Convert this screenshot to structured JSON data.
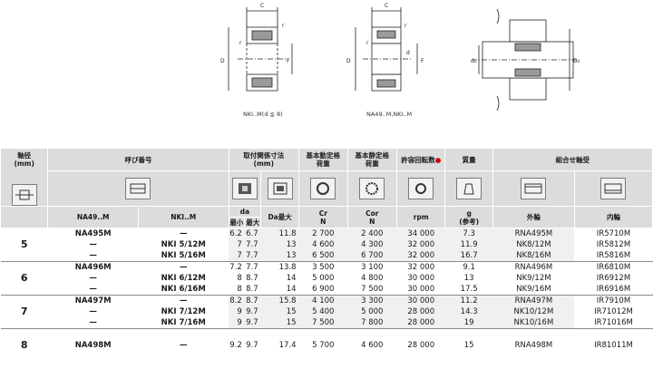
{
  "drawings": {
    "caption_left": "NKI..M(d ≦ 8)",
    "caption_middle": "NA49..M,NKI..M",
    "labels": {
      "c": "C",
      "r": "r",
      "D": "D",
      "d": "d",
      "F": "F",
      "da": "dₐ",
      "Da": "Dₐ"
    }
  },
  "header": {
    "shaft_dia": "軸径\n(mm)",
    "designation": "呼び番号",
    "mounting_dims": "取付関係寸法\n(mm)",
    "basic_dyn": "基本動定格\n荷重",
    "basic_static": "基本静定格\n荷重",
    "speed": "許容回転数",
    "mass": "質量",
    "combo": "組合せ軸受",
    "na49m": "NA49..M",
    "nkim": "NKI..M",
    "da": "da",
    "da_min": "最小",
    "da_max": "最大",
    "Da_max": "Da最大",
    "cr": "Cr\nN",
    "cor": "Cor\nN",
    "rpm": "rpm",
    "g": "g\n(参考)",
    "outer": "外輪",
    "inner": "内輪"
  },
  "groups": [
    {
      "size": "5",
      "rows": [
        [
          "NA495M",
          "—",
          "6.2",
          "6.7",
          "11.8",
          "2 700",
          "2 400",
          "34 000",
          "7.3",
          "RNA495M",
          "IR5710M"
        ],
        [
          "—",
          "NKI 5/12M",
          "7",
          "7.7",
          "13",
          "4 600",
          "4 300",
          "32 000",
          "11.9",
          "NK8/12M",
          "IR5812M"
        ],
        [
          "—",
          "NKI 5/16M",
          "7",
          "7.7",
          "13",
          "6 500",
          "6 700",
          "32 000",
          "16.7",
          "NK8/16M",
          "IR5816M"
        ]
      ]
    },
    {
      "size": "6",
      "rows": [
        [
          "NA496M",
          "—",
          "7.2",
          "7.7",
          "13.8",
          "3 500",
          "3 100",
          "32 000",
          "9.1",
          "RNA496M",
          "IR6810M"
        ],
        [
          "—",
          "NKI 6/12M",
          "8",
          "8.7",
          "14",
          "5 000",
          "4 800",
          "30 000",
          "13",
          "NK9/12M",
          "IR6912M"
        ],
        [
          "—",
          "NKI 6/16M",
          "8",
          "8.7",
          "14",
          "6 900",
          "7 500",
          "30 000",
          "17.5",
          "NK9/16M",
          "IR6916M"
        ]
      ]
    },
    {
      "size": "7",
      "rows": [
        [
          "NA497M",
          "—",
          "8.2",
          "8.7",
          "15.8",
          "4 100",
          "3 300",
          "30 000",
          "11.2",
          "RNA497M",
          "IR7910M"
        ],
        [
          "—",
          "NKI 7/12M",
          "9",
          "9.7",
          "15",
          "5 400",
          "5 000",
          "28 000",
          "14.3",
          "NK10/12M",
          "IR71012M"
        ],
        [
          "—",
          "NKI 7/16M",
          "9",
          "9.7",
          "15",
          "7 500",
          "7 800",
          "28 000",
          "19",
          "NK10/16M",
          "IR71016M"
        ]
      ]
    },
    {
      "size": "8",
      "rows": [
        [
          "NA498M",
          "—",
          "9.2",
          "9.7",
          "17.4",
          "5 700",
          "4 600",
          "28 000",
          "15",
          "RNA498M",
          "IR81011M"
        ]
      ]
    }
  ]
}
